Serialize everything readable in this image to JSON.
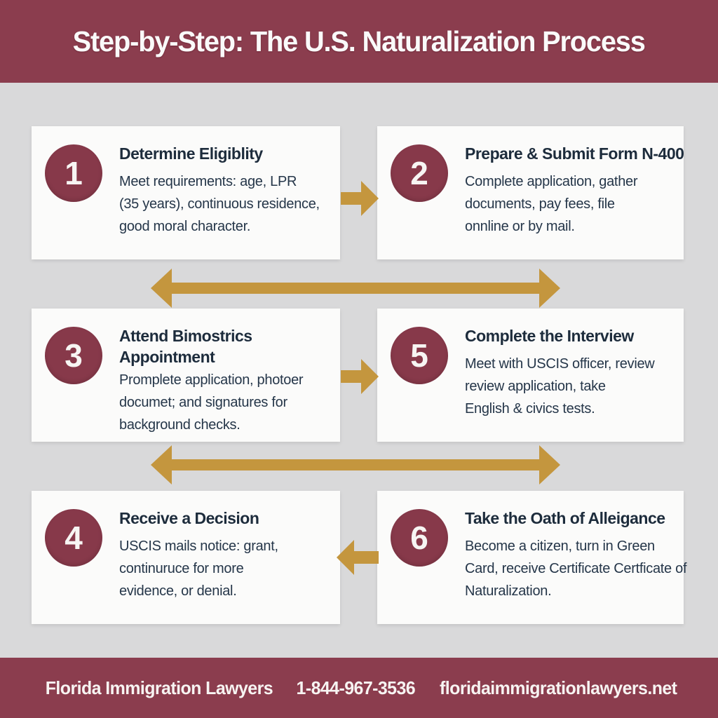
{
  "header": {
    "title": "Step-by-Step: The U.S. Naturalization Process"
  },
  "steps": [
    {
      "number": "1",
      "title": "Determine Eligiblity",
      "body": "Meet requirements: age, LPR\n(35 years), continuous residence,\ngood moral character."
    },
    {
      "number": "2",
      "title": "Prepare & Submit Form N-400",
      "body": "Complete application, gather\ndocuments, pay fees, file\nonnline or by mail."
    },
    {
      "number": "3",
      "title": "Attend Bimostrics\nAppointment",
      "body": "Promplete application, photoer\ndocumet; and signatures for\nbackground checks."
    },
    {
      "number": "5",
      "title": "Complete the Interview",
      "body": "Meet with USCIS officer, review\nreview application, take\nEnglish & civics tests."
    },
    {
      "number": "4",
      "title": "Receive a Decision",
      "body": "USCIS mails notice: grant,\ncontinuruce for more\nevidence, or denial."
    },
    {
      "number": "6",
      "title": "Take the Oath of Alleigance",
      "body": "Become a citizen, turn in Green\nCard, receive Certificate Certficate of\nNaturalization."
    }
  ],
  "footer": {
    "company": "Florida Immigration Lawyers",
    "phone": "1-844-967-3536",
    "website": "floridaimmigrationlawyers.net"
  },
  "colors": {
    "maroon": "#8b3d4e",
    "badge_maroon": "#87394a",
    "gold": "#c4963e",
    "background": "#d9d9da",
    "card": "#fbfbfa",
    "heading_navy": "#1d2c3c",
    "body_navy": "#253649",
    "text_white": "#f7f4f2"
  }
}
